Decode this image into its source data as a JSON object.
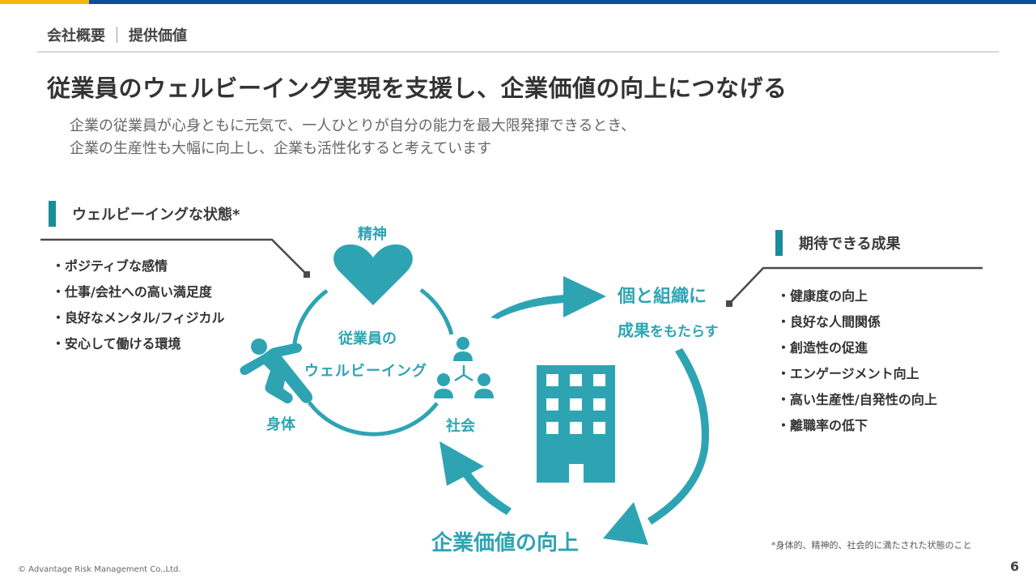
{
  "colors": {
    "accent_yellow": "#f5b70f",
    "accent_blue": "#084f9a",
    "teal": "#2ea4b3",
    "section_bar": "#1b8c9a",
    "text_dark": "#333333"
  },
  "breadcrumb": {
    "section": "会社概要",
    "page": "提供価値"
  },
  "title": "従業員のウェルビーイング実現を支援し、企業価値の向上につなげる",
  "subtitle": {
    "line1": "企業の従業員が心身ともに元気で、一人ひとりが自分の能力を最大限発揮できるとき、",
    "line2": "企業の生産性も大幅に向上し、企業も活性化すると考えています"
  },
  "wellbeing_state": {
    "heading": "ウェルビーイングな状態*",
    "items": [
      "・ポジティブな感情",
      "・仕事/会社への高い満足度",
      "・良好なメンタル/フィジカル",
      "・安心して働ける環境"
    ]
  },
  "diagram": {
    "center_line1": "従業員の",
    "center_line2": "ウェルビーイング",
    "mind_label": "精神",
    "body_label": "身体",
    "society_label": "社会",
    "mind_icon": "heart-icon",
    "body_icon": "running-person-icon",
    "society_icon": "people-network-icon",
    "company_icon": "building-icon",
    "outcome_line1": "個と組織に",
    "outcome_line2_bold": "成果",
    "outcome_line2_rest": "をもたらす",
    "corporate_value": "企業価値の向上"
  },
  "expected_results": {
    "heading": "期待できる成果",
    "items": [
      "・健康度の向上",
      "・良好な人間関係",
      "・創造性の促進",
      "・エンゲージメント向上",
      "・高い生産性/自発性の向上",
      "・離職率の低下"
    ]
  },
  "footnote": "*身体的、精神的、社会的に満たされた状態のこと",
  "copyright": "© Advantage Risk Management Co.,Ltd.",
  "page_number": "6"
}
